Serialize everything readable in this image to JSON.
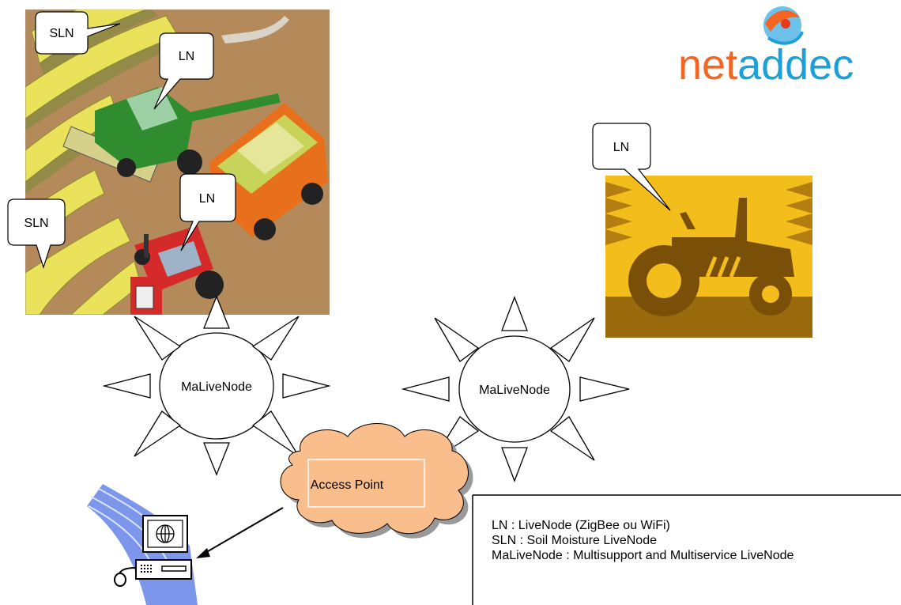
{
  "logo": {
    "text_part1": "net",
    "text_part2": "addec",
    "color_part1": "#f26522",
    "color_part2": "#1e9fd6"
  },
  "callouts": {
    "sln_top": "SLN",
    "ln_harvester": "LN",
    "ln_red_tractor": "LN",
    "sln_left": "SLN",
    "ln_yellow_tractor": "LN"
  },
  "nodes": {
    "node1": "MaLiveNode",
    "node2": "MaLiveNode"
  },
  "access_point": {
    "label": "Access Point",
    "color": "#f9be8c"
  },
  "legend": {
    "line1": "LN : LiveNode (ZigBee ou WiFi)",
    "line2": "SLN : Soil Moisture LiveNode",
    "line3": "MaLiveNode : Multisupport and Multiservice LiveNode"
  },
  "icons": [
    "field-harvest-image",
    "tractor-icon",
    "computer-icon",
    "globe-icon"
  ]
}
